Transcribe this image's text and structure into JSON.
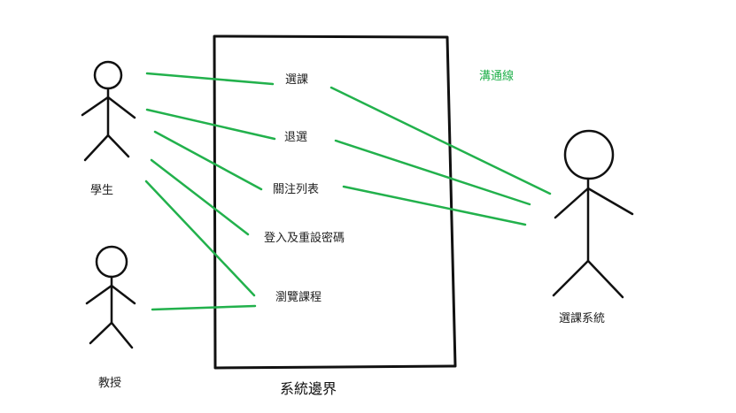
{
  "colors": {
    "connection": "#22b14c",
    "ink": "#111111",
    "background": "#ffffff",
    "legend_text": "#22b14c"
  },
  "legend": {
    "label": "溝通線"
  },
  "system": {
    "boundary_label": "系統邊界"
  },
  "actors": {
    "student": {
      "label": "學生"
    },
    "professor": {
      "label": "教授"
    },
    "course_system": {
      "label": "選課系統"
    }
  },
  "use_cases": {
    "select_course": "選課",
    "drop_course": "退選",
    "watch_list": "關注列表",
    "login_reset": "登入及重設密碼",
    "browse_courses": "瀏覽課程"
  }
}
